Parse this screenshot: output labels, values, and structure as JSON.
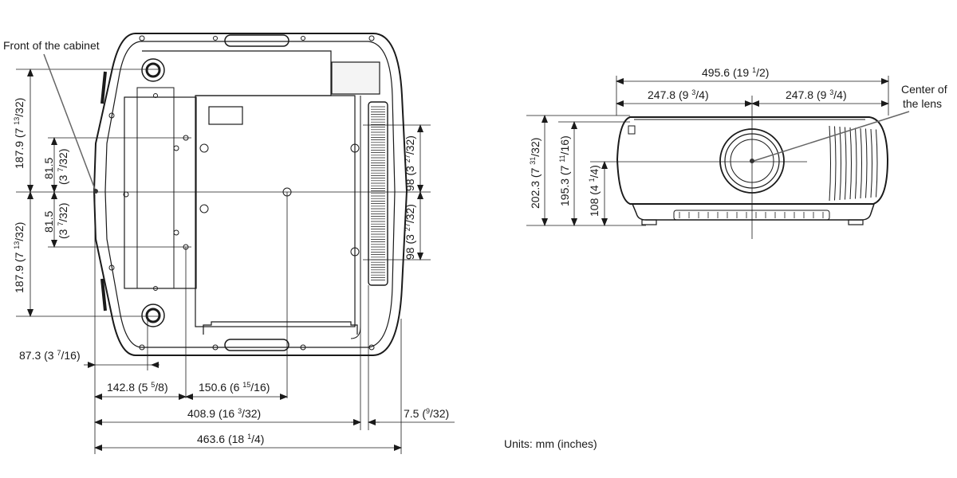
{
  "labels": {
    "front_of_cabinet": "Front of the cabinet",
    "center_of_lens_1": "Center of",
    "center_of_lens_2": "the lens",
    "units": "Units: mm (inches)"
  },
  "bottom_view": {
    "dims": {
      "d187a": {
        "mm": "187.9",
        "pre": "(7 ",
        "sup": "13",
        "post": "/32)"
      },
      "d815a": {
        "mm": "81.5",
        "pre": "(3 ",
        "sup": "7",
        "post": "/32)"
      },
      "d815b": {
        "mm": "81.5",
        "pre": "(3 ",
        "sup": "7",
        "post": "/32)"
      },
      "d187b": {
        "mm": "187.9",
        "pre": "(7 ",
        "sup": "13",
        "post": "/32)"
      },
      "d98a": {
        "mm": "98",
        "pre": "(3 ",
        "sup": "27",
        "post": "/32)"
      },
      "d98b": {
        "mm": "98",
        "pre": "(3 ",
        "sup": "27",
        "post": "/32)"
      },
      "d873": {
        "mm": "87.3",
        "pre": "(3 ",
        "sup": "7",
        "post": "/16)"
      },
      "d1428": {
        "mm": "142.8",
        "pre": "(5 ",
        "sup": "5",
        "post": "/8)"
      },
      "d1506": {
        "mm": "150.6",
        "pre": "(6 ",
        "sup": "15",
        "post": "/16)"
      },
      "d4089": {
        "mm": "408.9",
        "pre": "(16 ",
        "sup": "3",
        "post": "/32)"
      },
      "d75": {
        "mm": "7.5",
        "pre": "(",
        "sup": "9",
        "post": "/32)"
      },
      "d4636": {
        "mm": "463.6",
        "pre": "(18 ",
        "sup": "1",
        "post": "/4)"
      }
    }
  },
  "front_view": {
    "dims": {
      "d4956": {
        "mm": "495.6",
        "pre": "(19 ",
        "sup": "1",
        "post": "/2)"
      },
      "d2478a": {
        "mm": "247.8",
        "pre": "(9 ",
        "sup": "3",
        "post": "/4)"
      },
      "d2478b": {
        "mm": "247.8",
        "pre": "(9 ",
        "sup": "3",
        "post": "/4)"
      },
      "d2023": {
        "mm": "202.3",
        "pre": "(7 ",
        "sup": "31",
        "post": "/32)"
      },
      "d1953": {
        "mm": "195.3",
        "pre": "(7 ",
        "sup": "11",
        "post": "/16)"
      },
      "d108": {
        "mm": "108",
        "pre": "(4 ",
        "sup": "1",
        "post": "/4)"
      }
    }
  }
}
